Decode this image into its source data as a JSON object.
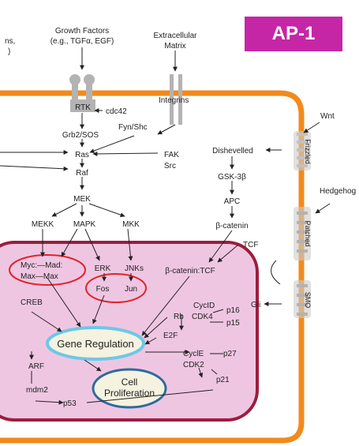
{
  "banner": {
    "title": "AP-1",
    "color": "#c526a6"
  },
  "colors": {
    "cell_membrane": "#f28a1c",
    "nucleus_fill": "#efc6e2",
    "nucleus_border": "#9c1d3c",
    "highlight": "#e0242a",
    "gene_reg_border": "#6cc8e8",
    "cell_prolif_border": "#2e6a9e",
    "receptor": "#b3b3b3"
  },
  "top_left_fragment": {
    "line1": "ns,",
    "line2": ")"
  },
  "growth_factors": {
    "line1": "Growth Factors",
    "line2": "(e.g., TGFα, EGF)"
  },
  "extracellular_matrix": {
    "line1": "Extracellular",
    "line2": "Matrix"
  },
  "nodes": {
    "rtk": "RTK",
    "cdc42": "cdc42",
    "integrins": "Integrins",
    "grb2_sos": "Grb2/SOS",
    "fyn_shc": "Fyn/Shc",
    "ras": "Ras",
    "fak": "FAK",
    "src": "Src",
    "raf": "Raf",
    "mek": "MEK",
    "mekk": "MEKK",
    "mapk": "MAPK",
    "mkk": "MKK",
    "wnt": "Wnt",
    "dishevelled": "Dishevelled",
    "gsk3b": "GSK-3β",
    "apc": "APC",
    "b_catenin": "β-catenin",
    "tcf": "TCF",
    "hedgehog": "Hedgehog",
    "frizzled": "Frizzled",
    "patched": "Patched",
    "smo": "SMO",
    "gli": "Gli",
    "myc_mad": "Myc:—Mad:",
    "max_max": "Max—Max",
    "erk": "ERK",
    "jnks": "JNKs",
    "fos": "Fos",
    "jun": "Jun",
    "b_catenin_tcf": "β-catenin:TCF",
    "creb": "CREB",
    "cyclin_d": "CycID",
    "p16": "p16",
    "rb": "Rb",
    "cdk4": "CDK4",
    "p15": "p15",
    "e2f": "E2F",
    "cyclin_e": "CyclE",
    "p27": "p27",
    "cdk2": "CDK2",
    "p21": "p21",
    "arf": "ARF",
    "mdm2": "mdm2",
    "p53": "p53"
  },
  "gene_regulation": "Gene Regulation",
  "cell_proliferation": {
    "line1": "Cell",
    "line2": "Proliferation"
  }
}
